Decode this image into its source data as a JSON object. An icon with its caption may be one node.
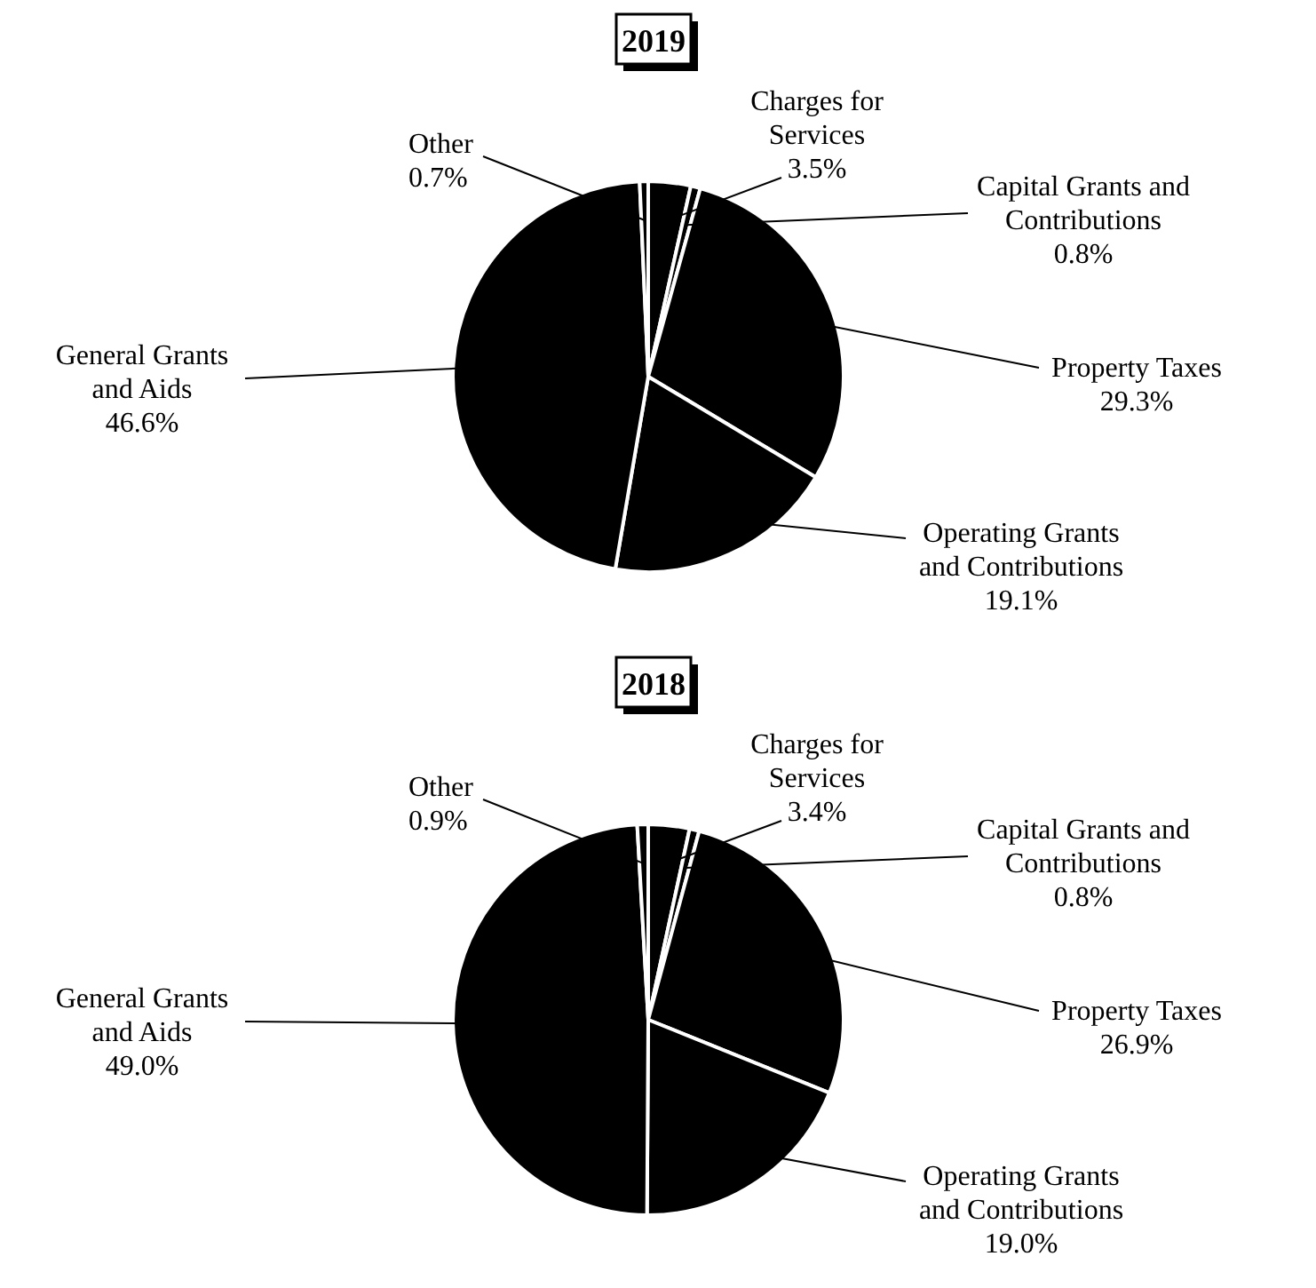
{
  "diagram": {
    "chart_data": [
      {
        "type": "pie",
        "title": "2019",
        "categories": [
          "Charges for Services",
          "Capital Grants and Contributions",
          "Property Taxes",
          "Operating Grants and Contributions",
          "General Grants and Aids",
          "Other"
        ],
        "values": [
          3.5,
          0.8,
          29.3,
          19.1,
          46.6,
          0.7
        ],
        "value_labels": [
          "3.5%",
          "0.8%",
          "29.3%",
          "19.1%",
          "46.6%",
          "0.7%"
        ]
      },
      {
        "type": "pie",
        "title": "2018",
        "categories": [
          "Charges for Services",
          "Capital Grants and Contributions",
          "Property Taxes",
          "Operating Grants and Contributions",
          "General Grants and Aids",
          "Other"
        ],
        "values": [
          3.4,
          0.8,
          26.9,
          19.0,
          49.0,
          0.9
        ],
        "value_labels": [
          "3.4%",
          "0.8%",
          "26.9%",
          "19.0%",
          "49.0%",
          "0.9%"
        ]
      }
    ]
  }
}
